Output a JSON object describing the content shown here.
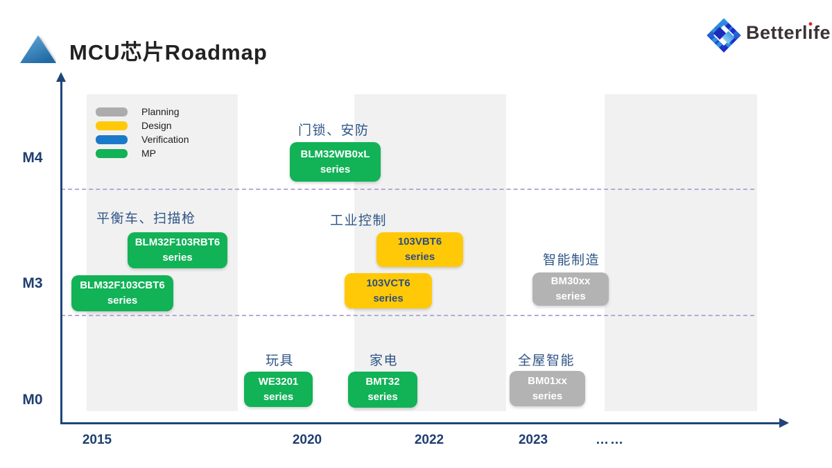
{
  "header": {
    "title": "MCU芯片Roadmap",
    "brand": {
      "name": "Betterlife",
      "name_before_i": "Betterl",
      "name_i": "ı",
      "name_after_i": "fe"
    }
  },
  "chart_data": {
    "type": "roadmap",
    "title": "MCU芯片Roadmap",
    "y_axis": {
      "labels": [
        "M4",
        "M3",
        "M0"
      ]
    },
    "x_axis": {
      "labels": [
        "2015",
        "2020",
        "2022",
        "2023",
        "……"
      ]
    },
    "legend": [
      {
        "label": "Planning",
        "color": "#ACACAC"
      },
      {
        "label": "Design",
        "color": "#FFC907"
      },
      {
        "label": "Verification",
        "color": "#1B79C9"
      },
      {
        "label": "MP",
        "color": "#12B257"
      }
    ],
    "groups": [
      {
        "category": "门锁、安防",
        "row": "M4",
        "items": [
          {
            "name": "BLM32WB0xL",
            "suffix": "series",
            "stage": "MP"
          }
        ]
      },
      {
        "category": "平衡车、扫描枪",
        "row": "M3",
        "items": [
          {
            "name": "BLM32F103RBT6",
            "suffix": "series",
            "stage": "MP"
          },
          {
            "name": "BLM32F103CBT6",
            "suffix": "series",
            "stage": "MP"
          }
        ]
      },
      {
        "category": "工业控制",
        "row": "M3",
        "items": [
          {
            "name": "103VBT6",
            "suffix": "series",
            "stage": "Design"
          },
          {
            "name": "103VCT6",
            "suffix": "series",
            "stage": "Design"
          }
        ]
      },
      {
        "category": "智能制造",
        "row": "M3",
        "items": [
          {
            "name": "BM30xx",
            "suffix": "series",
            "stage": "Planning"
          }
        ]
      },
      {
        "category": "玩具",
        "row": "M0",
        "items": [
          {
            "name": "WE3201",
            "suffix": "series",
            "stage": "MP"
          }
        ]
      },
      {
        "category": "家电",
        "row": "M0",
        "items": [
          {
            "name": "BMT32",
            "suffix": "series",
            "stage": "MP"
          }
        ]
      },
      {
        "category": "全屋智能",
        "row": "M0",
        "items": [
          {
            "name": "BM01xx",
            "suffix": "series",
            "stage": "Planning"
          }
        ]
      }
    ]
  },
  "colors": {
    "mp_green": "#12B257",
    "design_yellow": "#FFC907",
    "verification_blue": "#1B79C9",
    "planning_gray": "#ACACAC",
    "axis_navy": "#1E4577",
    "dashed_divider_purple": "#B6A8D8",
    "background_band_gray": "#F1F1F1",
    "category_label_blue": "#2F5586",
    "brand_dot_red": "#E3262C"
  }
}
